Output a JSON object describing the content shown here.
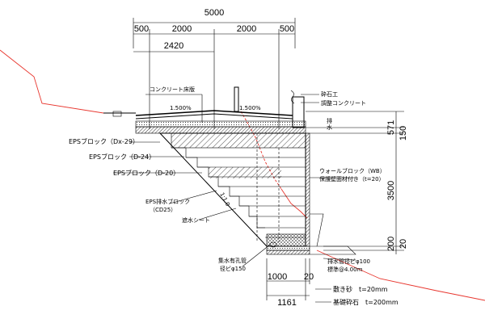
{
  "dimensions": {
    "top_total": "5000",
    "top_segments": [
      "500",
      "2000",
      "2000",
      "500"
    ],
    "top_sub": "2420",
    "right_571": "571",
    "right_150": "150",
    "right_3500": "3500",
    "right_200": "200",
    "right_20": "20",
    "bottom_1000": "1000",
    "bottom_20": "20",
    "bottom_1161": "1161"
  },
  "labels": {
    "concrete_slab": "コンクリート床版",
    "slope_left": "1.500%",
    "slope_right": "1.500%",
    "drainage": "砕石工",
    "adjust_concrete": "調整コンクリート",
    "eps_dx29": "EPSブロック（Dx-29）",
    "eps_d24": "EPSブロック（D-24）",
    "eps_d20": "EPSブロック（D-20）",
    "eps_cd25_1": "EPS排水ブロック",
    "eps_cd25_2": "（CD25）",
    "waterproof_sheet": "遮水シート",
    "wall_block_1": "ウォールブロック（WB）",
    "wall_block_2": "保護壁面材付き（t=20）",
    "slope_ratio": "1:1.0",
    "side_note_1": "排",
    "side_note_2": "水",
    "drain_pipe_1": "集水有孔管",
    "drain_pipe_2": "径ビφ150",
    "drain_pipe_r1": "排水管径ビφ100",
    "drain_pipe_r2": "標準@4.00m",
    "sand": "敷き砂　t=20mm",
    "base_stone": "基礎砕石　t=200mm"
  },
  "colors": {
    "line": "#000000",
    "ground_line": "#e8362e"
  }
}
